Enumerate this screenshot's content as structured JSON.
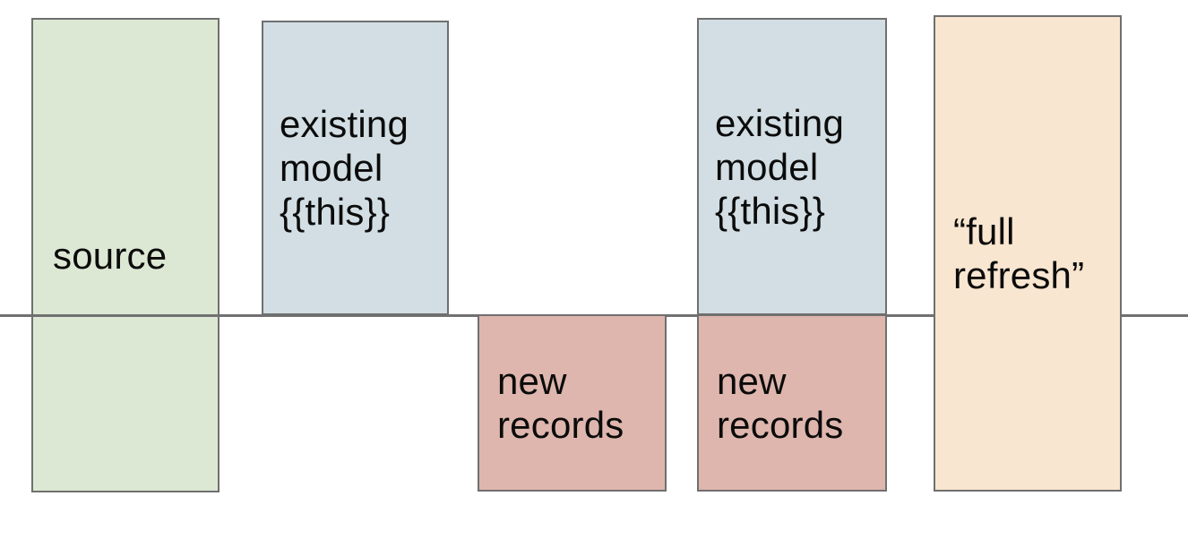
{
  "diagram": {
    "divider": {
      "color": "#707070"
    },
    "border_color": "#6f6f6f",
    "boxes": [
      {
        "name": "source",
        "label": "source",
        "fill": "#dce8d3"
      },
      {
        "name": "existing-model-1",
        "label": "existing\nmodel\n{{this}}",
        "fill": "#d2dee3"
      },
      {
        "name": "new-records-1",
        "label": "new\nrecords",
        "fill": "#deb6ad"
      },
      {
        "name": "existing-model-2",
        "label": "existing\nmodel\n{{this}}",
        "fill": "#d2dee3"
      },
      {
        "name": "new-records-2",
        "label": "new\nrecords",
        "fill": "#deb6ad"
      },
      {
        "name": "full-refresh",
        "label": "“full\nrefresh”",
        "fill": "#f9e6d0"
      }
    ]
  }
}
